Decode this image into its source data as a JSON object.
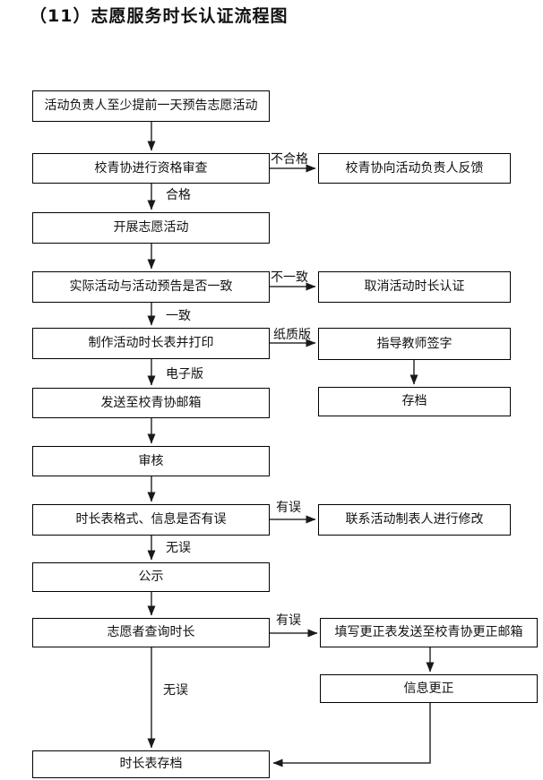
{
  "page": {
    "title": "（11）志愿服务时长认证流程图"
  },
  "flowchart": {
    "nodes": {
      "announce": "活动负责人至少提前一天预告志愿活动",
      "qualify_review": "校青协进行资格审查",
      "carry_out": "开展志愿活动",
      "consistency": "实际活动与活动预告是否一致",
      "make_sheet": "制作活动时长表并打印",
      "send_email": "发送至校青协邮箱",
      "review": "审核",
      "error_check": "时长表格式、信息是否有误",
      "publicity": "公示",
      "query_hours": "志愿者查询时长",
      "sheet_archive": "时长表存档",
      "feedback": "校青协向活动负责人反馈",
      "cancel_cert": "取消活动时长认证",
      "teacher_sign": "指导教师签字",
      "archive": "存档",
      "contact_revise": "联系活动制表人进行修改",
      "correction_form": "填写更正表发送至校青协更正邮箱",
      "info_correct": "信息更正"
    },
    "edge_labels": {
      "unqualified": "不合格",
      "qualified": "合格",
      "inconsistent": "不一致",
      "consistent": "一致",
      "paper": "纸质版",
      "electronic": "电子版",
      "has_error_1": "有误",
      "no_error_1": "无误",
      "has_error_2": "有误",
      "no_error_2": "无误"
    },
    "colors": {
      "line": "#2f2f2f",
      "border": "#000000",
      "background": "#ffffff"
    }
  }
}
